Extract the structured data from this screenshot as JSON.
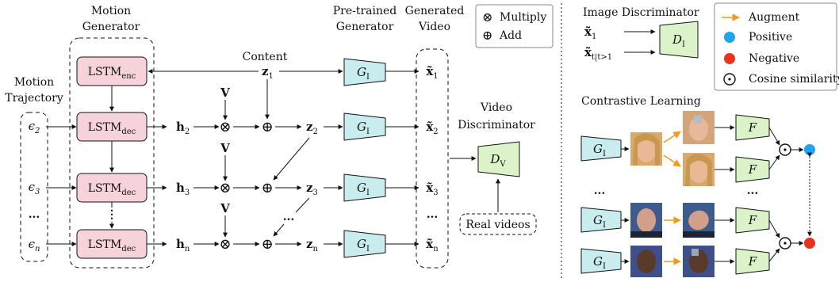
{
  "headers": {
    "motion_generator": [
      "Motion",
      "Generator"
    ],
    "motion_trajectory": [
      "Motion",
      "Trajectory"
    ],
    "content": "Content",
    "pretrained_generator": [
      "Pre-trained",
      "Generator"
    ],
    "generated_video": [
      "Generated",
      "Video"
    ],
    "video_discriminator": [
      "Video",
      "Discriminator"
    ],
    "image_discriminator": "Image Discriminator",
    "contrastive_learning": "Contrastive Learning",
    "real_videos": "Real videos"
  },
  "legend_ops": {
    "multiply": "Multiply",
    "add": "Add"
  },
  "legend_right": {
    "augment": "Augment",
    "positive": "Positive",
    "negative": "Negative",
    "cosine": "Cosine similarity"
  },
  "lstm": {
    "base": "LSTM",
    "enc": "enc",
    "dec": "dec"
  },
  "eps": [
    "ϵ",
    "2",
    "3",
    "n"
  ],
  "h": [
    "h",
    "2",
    "3",
    "n"
  ],
  "z": [
    "z",
    "1",
    "2",
    "3",
    "n"
  ],
  "x_tilde": [
    "x̃",
    "1",
    "2",
    "3",
    "n"
  ],
  "img_disc_inputs": {
    "x1": "x̃",
    "x1_sub": "1",
    "xt_sub": "t|t>1"
  },
  "symbols": {
    "V": "V",
    "G": "G",
    "I": "I",
    "D": "D",
    "DV_sub": "V",
    "F": "F",
    "dots": "...",
    "dots_v": "⋮",
    "otimes": "⊗",
    "oplus": "⊕",
    "odot": "⊙"
  },
  "colors": {
    "lstm_fill": "#f6d3da",
    "g_fill": "#c9ecef",
    "d_fill": "#dcf2c9",
    "f_fill": "#dcf2c9",
    "augment": "#f39a1e",
    "positive": "#1ea5ec",
    "negative": "#e8331f"
  }
}
